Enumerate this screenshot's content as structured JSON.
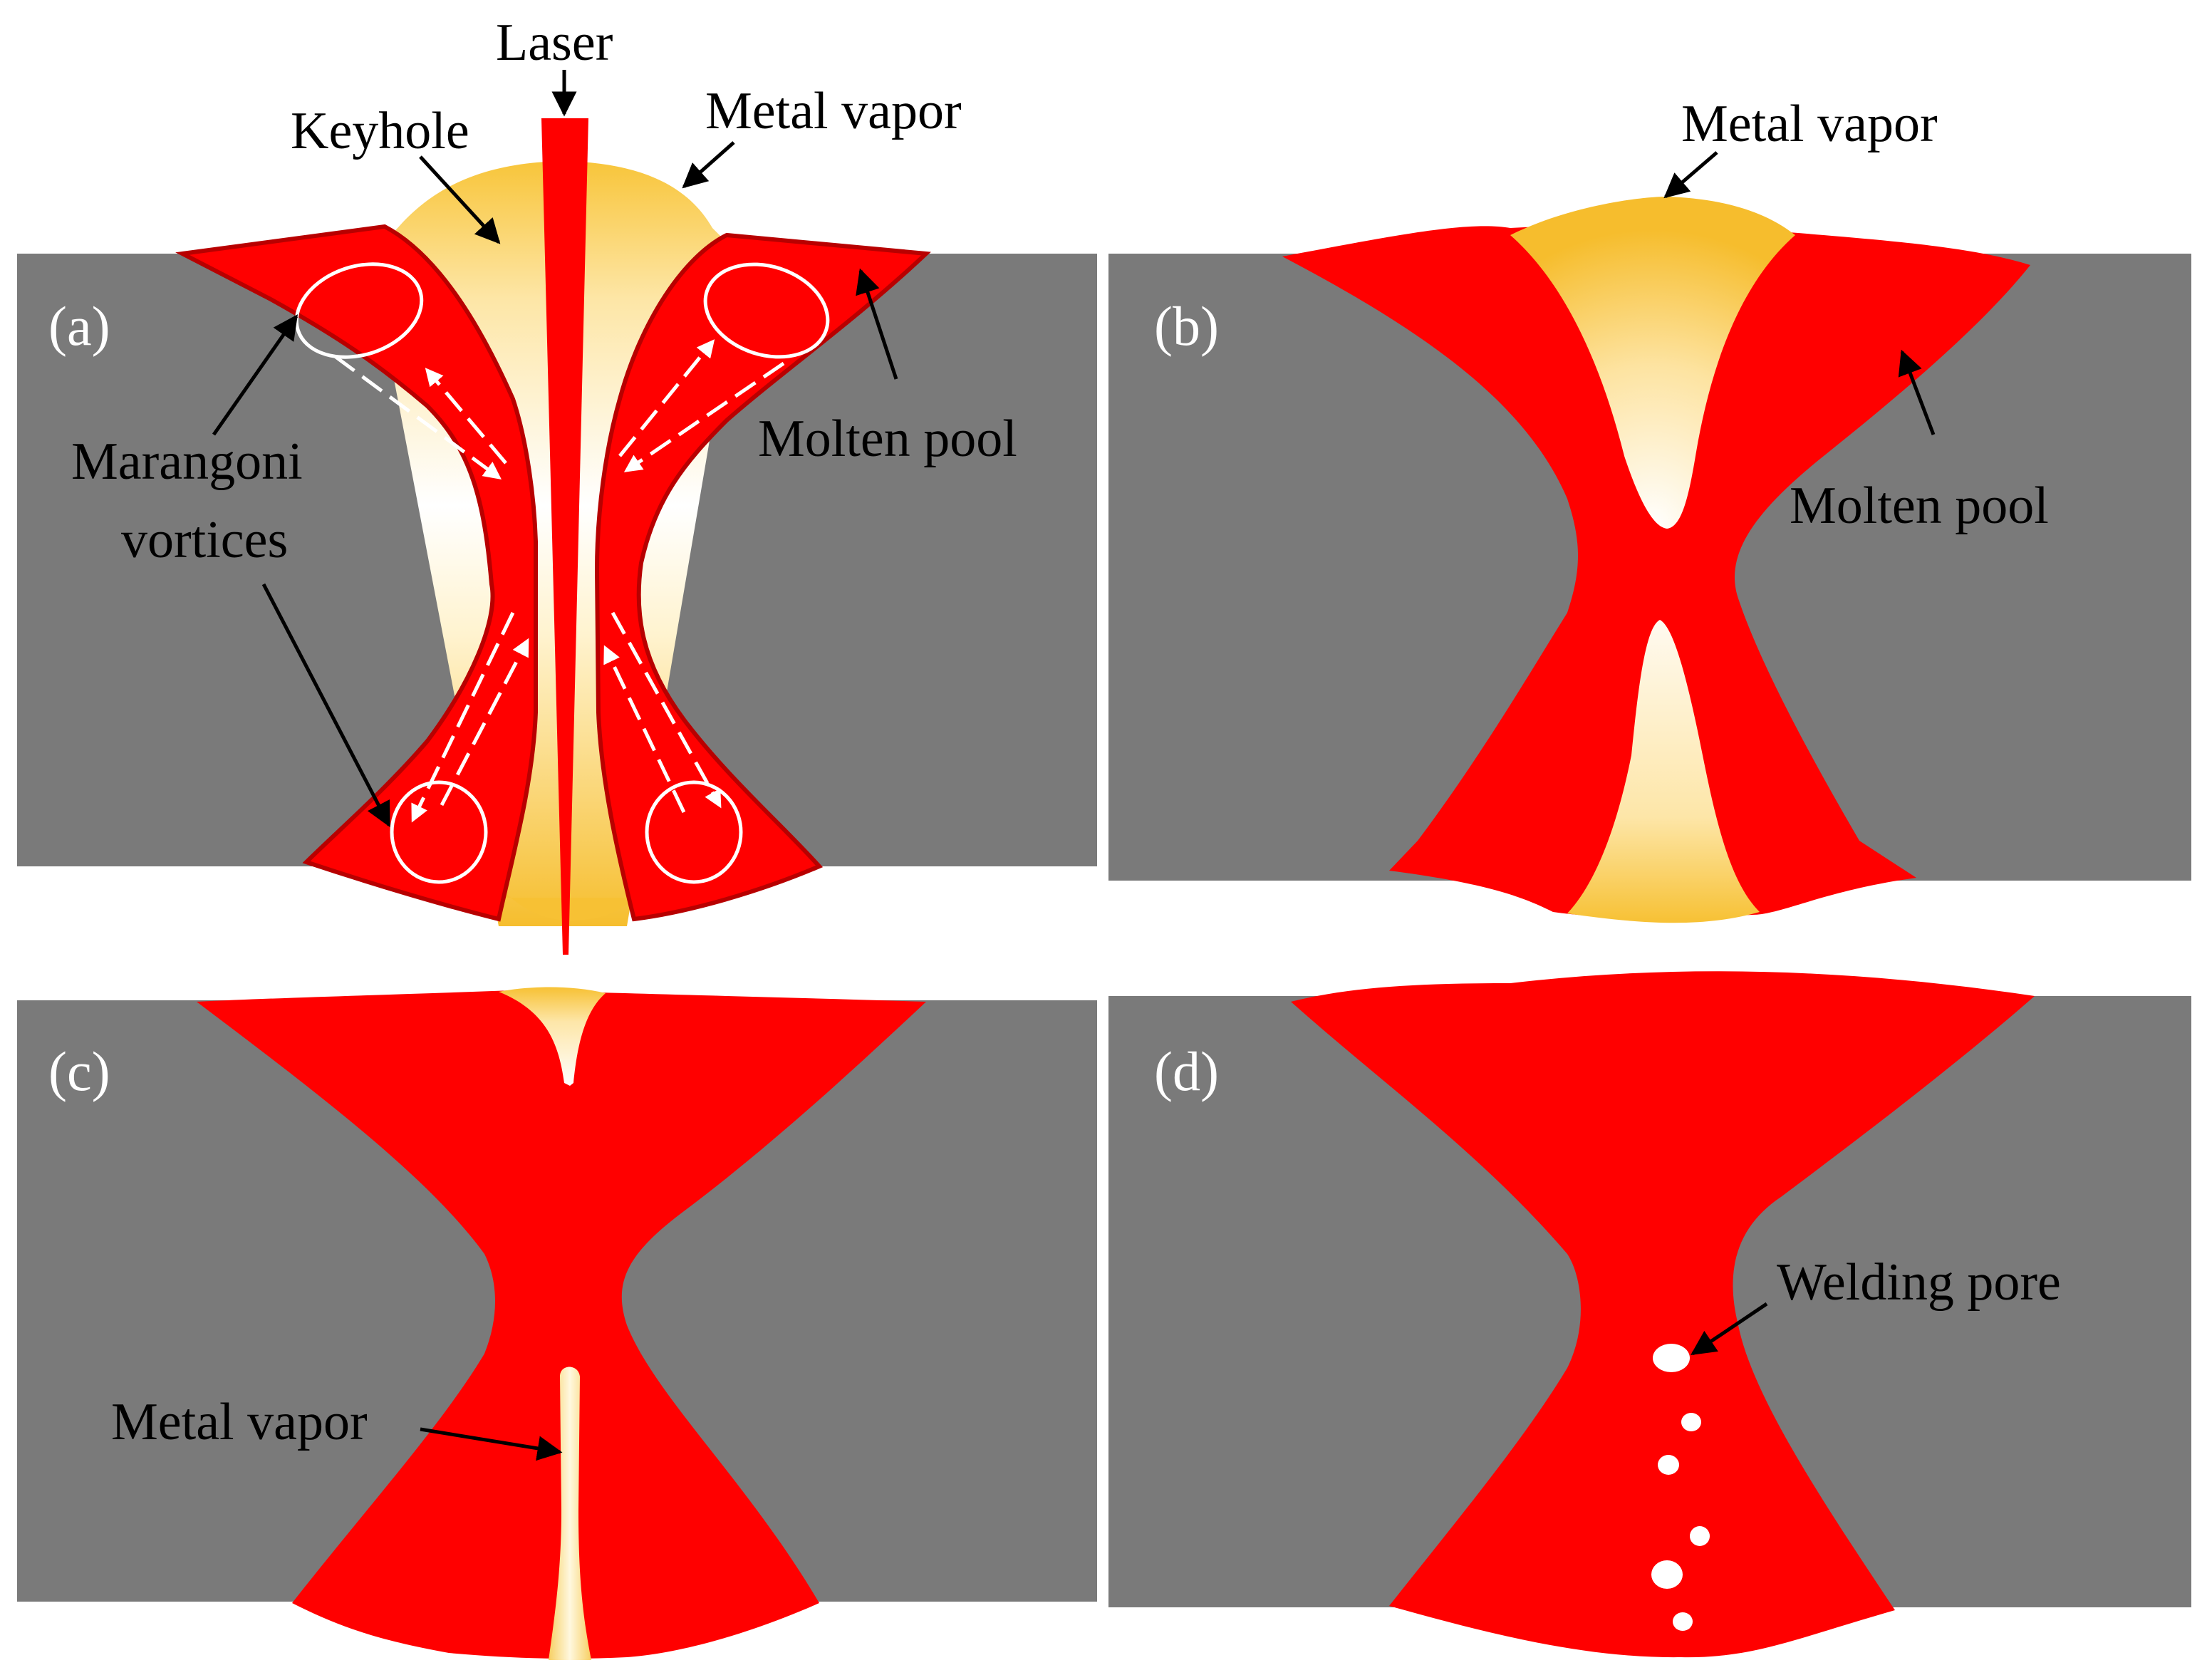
{
  "colors": {
    "base_metal": "#7a7a7a",
    "molten_pool": "#ff0000",
    "molten_pool_edge": "#b80000",
    "vapor_core": "#ffffff",
    "vapor_edge": "#f6c232",
    "flow_arrows": "#ffffff",
    "label_text": "#000000",
    "panel_label_text": "#ffffff"
  },
  "panels": {
    "a": {
      "label": "(a)",
      "laser": "Laser",
      "keyhole": "Keyhole",
      "metal_vapor": "Metal vapor",
      "molten_pool": "Molten pool",
      "marangoni_line1": "Marangoni",
      "marangoni_line2": "vortices"
    },
    "b": {
      "label": "(b)",
      "metal_vapor": "Metal vapor",
      "molten_pool": "Molten pool"
    },
    "c": {
      "label": "(c)",
      "metal_vapor": "Metal vapor"
    },
    "d": {
      "label": "(d)",
      "welding_pore": "Welding pore"
    }
  },
  "icons": [
    "laser-beam-icon",
    "arrow-icon",
    "vortex-icon"
  ]
}
